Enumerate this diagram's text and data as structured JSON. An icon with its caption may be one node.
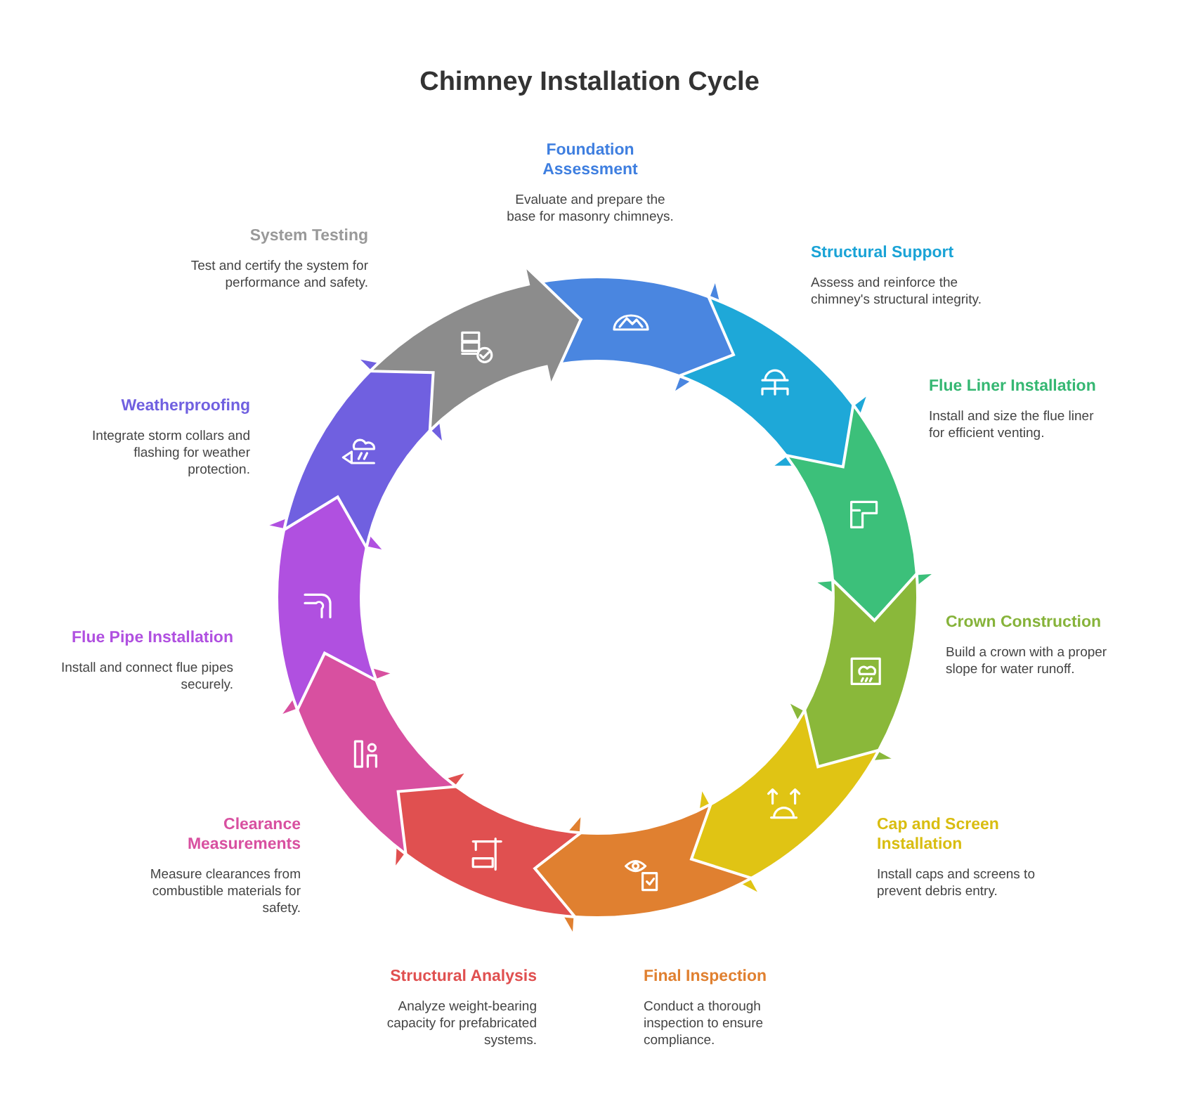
{
  "diagram": {
    "title": "Chimney Installation Cycle",
    "nodes": [
      {
        "text": [
          "Foundation Assessment",
          "Evaluate and prepare the base for masonry chimneys."
        ]
      },
      {
        "text": [
          "Structural Support",
          "Assess and reinforce the chimney's structural integrity."
        ]
      },
      {
        "text": [
          "Flue Liner Installation",
          "Install and size the flue liner for efficient venting."
        ]
      },
      {
        "text": [
          "Crown Construction",
          "Build a crown with a proper slope for water runoff."
        ]
      },
      {
        "text": [
          "Cap and Screen Installation",
          "Install caps and screens to prevent debris entry."
        ]
      },
      {
        "text": [
          "Final Inspection",
          "Conduct a thorough inspection to ensure compliance."
        ]
      },
      {
        "text": [
          "Structural Analysis",
          "Analyze weight-bearing capacity for prefabricated systems."
        ]
      },
      {
        "text": [
          "Clearance Measurements",
          "Measure clearances from combustible materials for safety."
        ]
      },
      {
        "text": [
          "Flue Pipe Installation",
          "Install and connect flue pipes securely."
        ]
      },
      {
        "text": [
          "Weatherproofing",
          "Integrate storm collars and flashing for weather protection."
        ]
      },
      {
        "text": [
          "System Testing",
          "Test and certify the system for performance and safety."
        ]
      }
    ]
  }
}
